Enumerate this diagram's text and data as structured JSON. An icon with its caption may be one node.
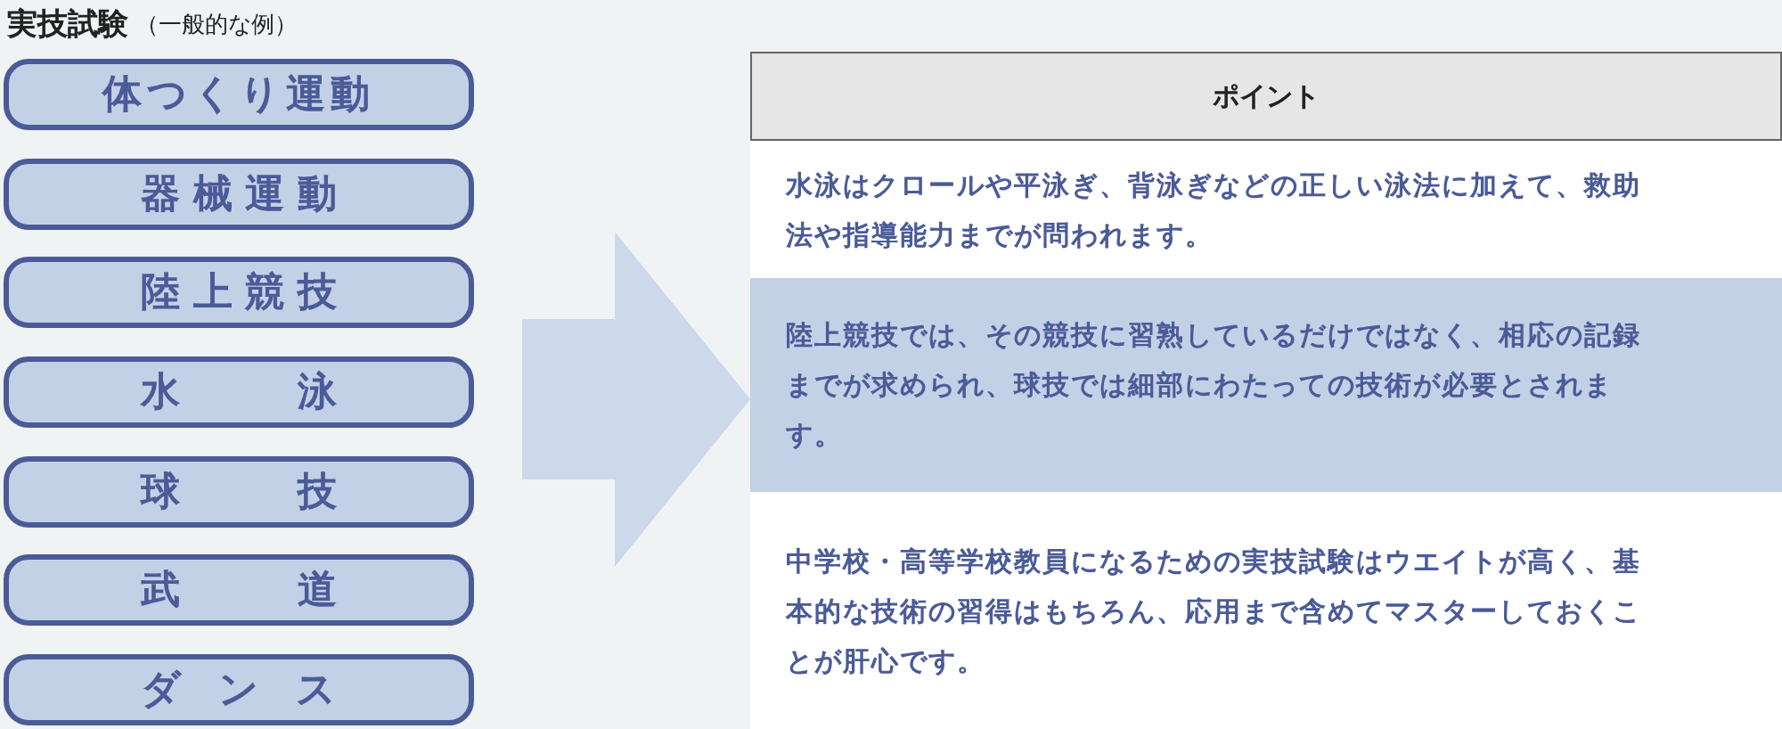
{
  "diagram": {
    "title": "実技試験",
    "nodes": [
      {
        "text": [
          "体つくり運動"
        ]
      },
      {
        "text": [
          "器械運動"
        ]
      },
      {
        "text": [
          "陸上競技"
        ]
      },
      {
        "text": [
          "水泳"
        ]
      },
      {
        "text": [
          "球技"
        ]
      },
      {
        "text": [
          "武道"
        ]
      },
      {
        "text": [
          "ダンス"
        ]
      },
      {
        "text": [
          "ポイント"
        ]
      },
      {
        "text": [
          "水泳はクロールや平泳ぎ、背泳ぎなどの正しい泳法に加えて、救助法や指導能力までが問われます。"
        ],
        "in": 7
      },
      {
        "text": [
          "陸上競技では、その競技に習熟しているだけではなく、相応の記録までが求められ、球技では細部にわたっての技術が必要とされます。"
        ],
        "in": 7
      },
      {
        "text": [
          "中学校・高等学校教員になるための実技試験はウエイトが高く、基本的な技術の習得はもちろん、応用まで含めてマスターしておくことが肝心です。"
        ],
        "in": 7
      }
    ],
    "edges": [
      {
        "from": null,
        "to": 7,
        "arrow": "to"
      }
    ],
    "labels": [
      "（一般的な例）"
    ]
  }
}
